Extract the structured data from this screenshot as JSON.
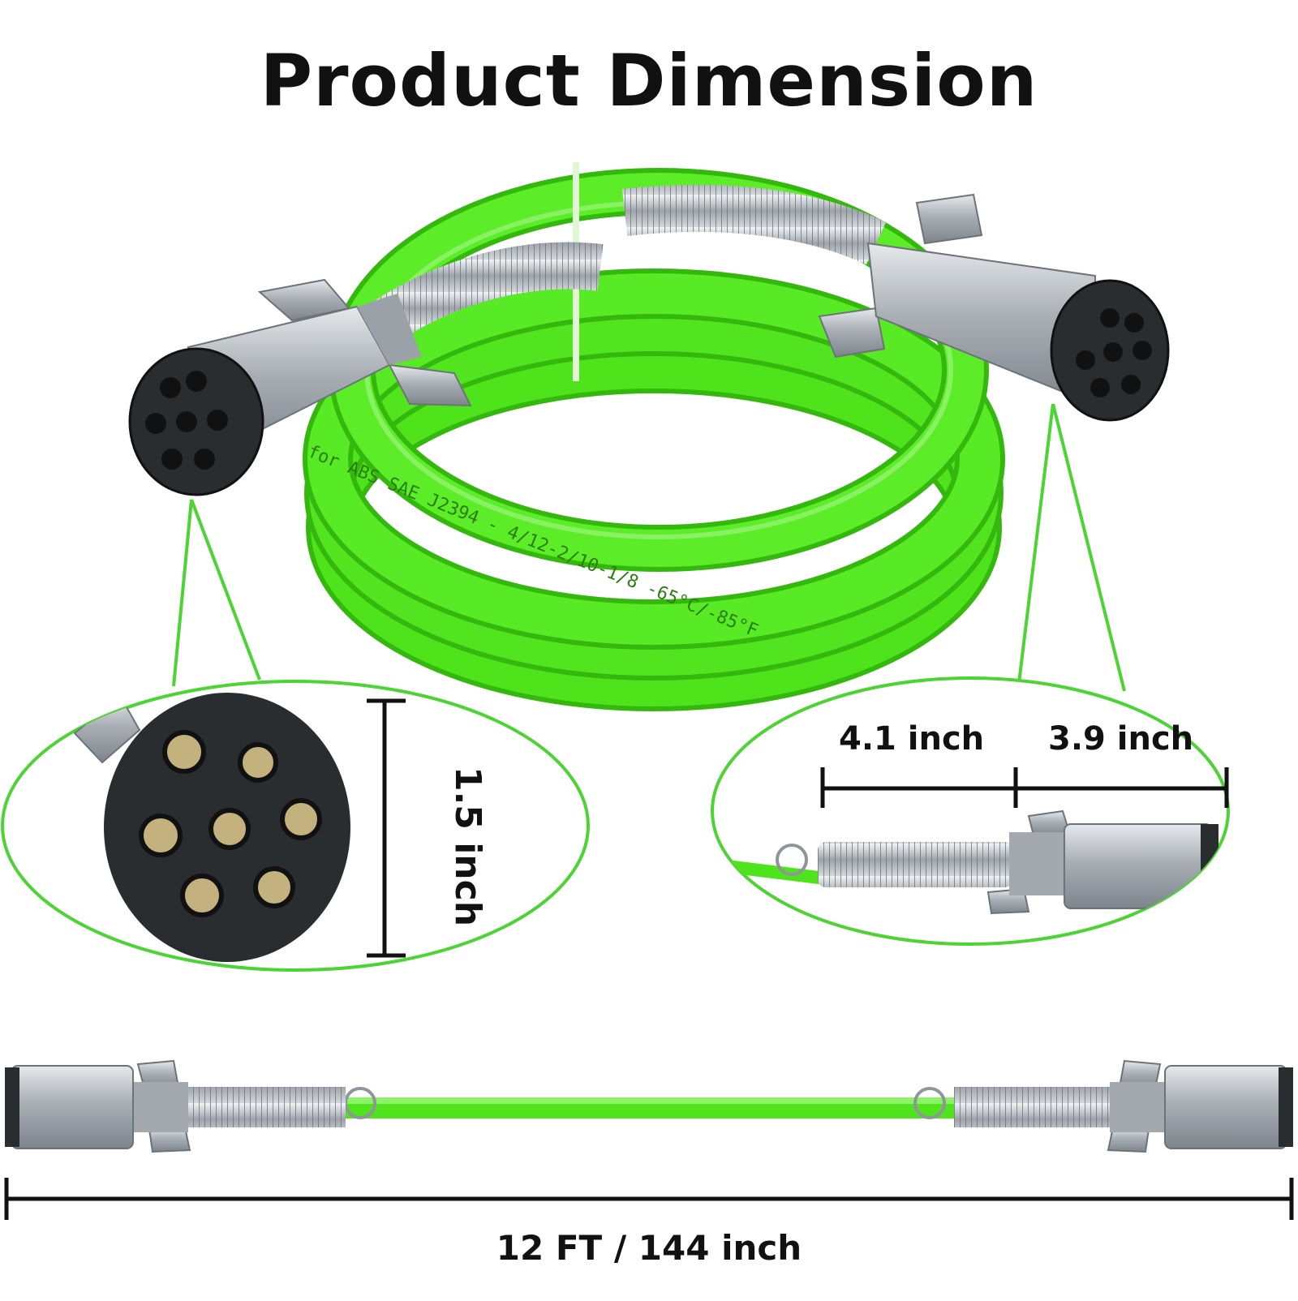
{
  "title": "Product Dimension",
  "dimensions": {
    "plug_head_length": "4.1 inch",
    "plug_body_length": "3.9 inch",
    "plug_diameter": "1.5 inch",
    "total_length": "12 FT / 144 inch"
  },
  "cable_printing": "for ABS SAE J2394 - 4/12-2/10-1/8 -65°C/-85°F",
  "colors": {
    "cable_green": "#4ee31a",
    "cable_green_dark": "#35b80e",
    "outline_green": "#4cd334",
    "metal": "#b9bec3",
    "plug_face": "#2a2d30",
    "text": "#111111"
  }
}
